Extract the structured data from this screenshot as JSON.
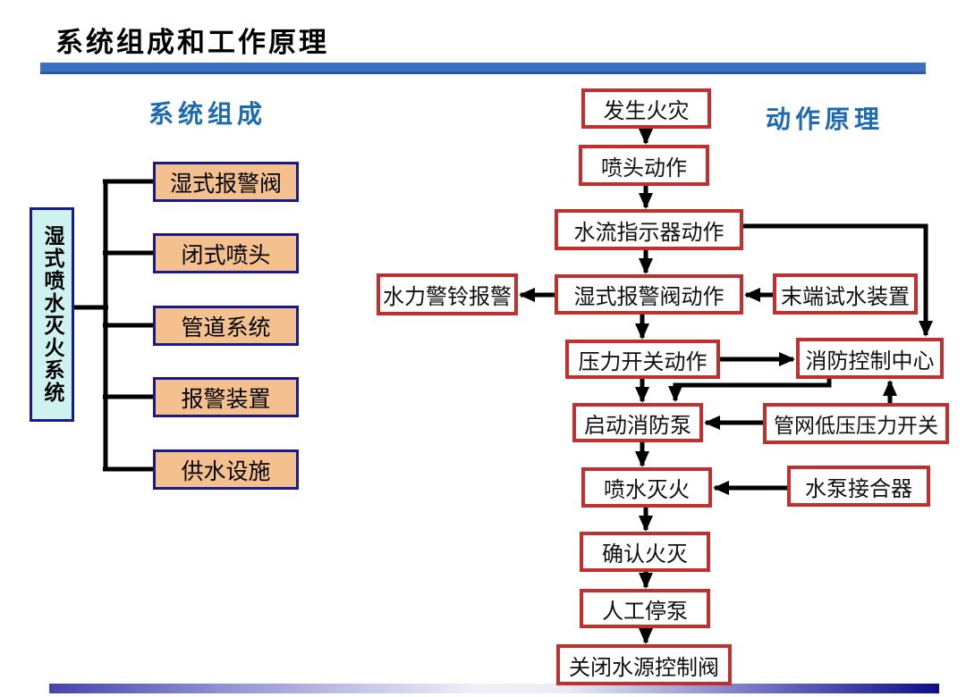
{
  "slide": {
    "title": "系统组成和工作原理"
  },
  "system_composition": {
    "heading": "系统组成",
    "root": "湿式喷水灭火系统",
    "components": [
      {
        "label": "湿式报警阀"
      },
      {
        "label": "闭式喷头"
      },
      {
        "label": "管道系统"
      },
      {
        "label": "报警装置"
      },
      {
        "label": "供水设施"
      }
    ]
  },
  "action_principle": {
    "heading": "动作原理",
    "nodes": [
      {
        "label": "发生火灾"
      },
      {
        "label": "喷头动作"
      },
      {
        "label": "水流指示器动作"
      },
      {
        "label": "水力警铃报警"
      },
      {
        "label": "湿式报警阀动作"
      },
      {
        "label": "末端试水装置"
      },
      {
        "label": "压力开关动作"
      },
      {
        "label": "消防控制中心"
      },
      {
        "label": "启动消防泵"
      },
      {
        "label": "管网低压压力开关"
      },
      {
        "label": "喷水灭火"
      },
      {
        "label": "水泵接合器"
      },
      {
        "label": "确认火灭"
      },
      {
        "label": "人工停泵"
      },
      {
        "label": "关闭水源控制阀"
      }
    ],
    "edges": [
      {
        "from": "发生火灾",
        "to": "喷头动作"
      },
      {
        "from": "喷头动作",
        "to": "水流指示器动作"
      },
      {
        "from": "水流指示器动作",
        "to": "湿式报警阀动作"
      },
      {
        "from": "水流指示器动作",
        "to": "消防控制中心"
      },
      {
        "from": "湿式报警阀动作",
        "to": "水力警铃报警"
      },
      {
        "from": "末端试水装置",
        "to": "湿式报警阀动作"
      },
      {
        "from": "湿式报警阀动作",
        "to": "压力开关动作"
      },
      {
        "from": "压力开关动作",
        "to": "消防控制中心"
      },
      {
        "from": "压力开关动作",
        "to": "启动消防泵"
      },
      {
        "from": "消防控制中心",
        "to": "启动消防泵"
      },
      {
        "from": "管网低压压力开关",
        "to": "消防控制中心"
      },
      {
        "from": "管网低压压力开关",
        "to": "启动消防泵"
      },
      {
        "from": "启动消防泵",
        "to": "喷水灭火"
      },
      {
        "from": "水泵接合器",
        "to": "喷水灭火"
      },
      {
        "from": "喷水灭火",
        "to": "确认火灭"
      },
      {
        "from": "确认火灭",
        "to": "人工停泵"
      },
      {
        "from": "人工停泵",
        "to": "关闭水源控制阀"
      }
    ]
  },
  "colors": {
    "title_underline_bar": "#3b71c1",
    "section_heading_text": "#1c6ab2",
    "root_box_fill": "#cdf2f0",
    "component_box_fill": "#f4c08e",
    "component_box_border": "#1a1a8e",
    "flow_box_border": "#c22f2f",
    "connector": "#000000",
    "footer_bar_dark": "#0e0e88"
  }
}
